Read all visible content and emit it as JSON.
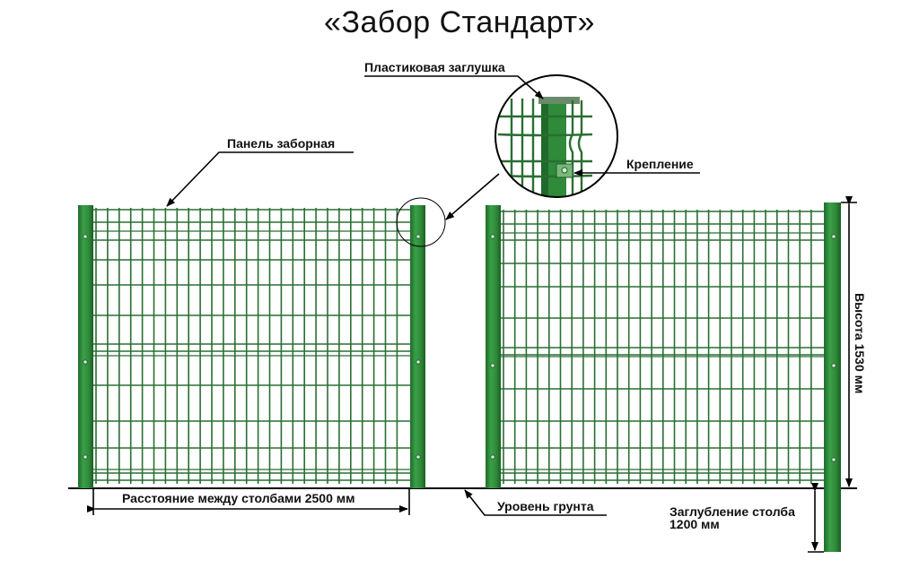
{
  "title": "«Забор Стандарт»",
  "labels": {
    "plastic_cap": "Пластиковая заглушка",
    "panel": "Панель заборная",
    "mount": "Крепление",
    "spacing": "Расстояние между столбами 2500 мм",
    "ground": "Уровень грунта",
    "height": "Высота 1530 мм",
    "depth_line1": "Заглубление столба",
    "depth_line2": "1200 мм"
  },
  "colors": {
    "post": "#2f8a3a",
    "post_dark": "#1f6a2a",
    "mesh": "#2a6e33",
    "line": "#000000"
  }
}
